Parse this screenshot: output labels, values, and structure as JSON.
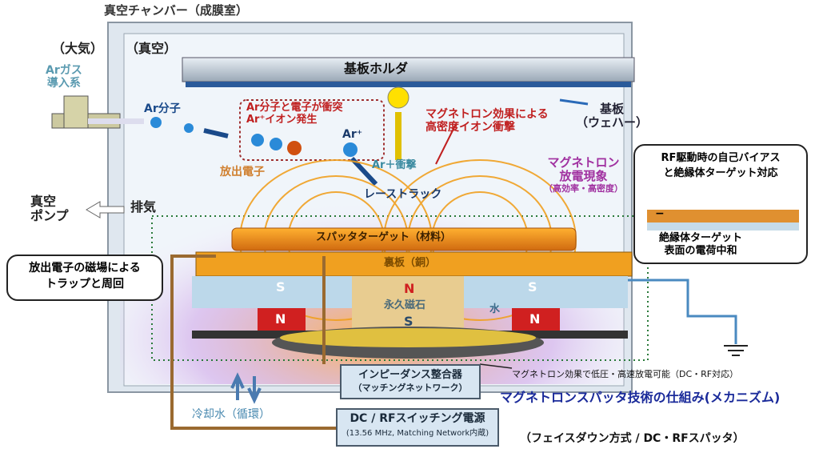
{
  "title": "真空チャンバー（成膜室）",
  "atmosphere": "（大気）",
  "vacuum": "（真空）",
  "gas_inlet": [
    "Arガス",
    "導入系"
  ],
  "ar_molecule": "Ar分子",
  "collision": [
    "Ar分子と電子が衝突",
    "Ar⁺イオン発生"
  ],
  "ar_ion": "Ar⁺",
  "emitted_electron": "放出電子",
  "ar_impact": "Ar＋衝撃",
  "substrate_holder": "基板ホルダ",
  "magnetron_effect": [
    "マグネトロン効果による",
    "高密度イオン衝撃"
  ],
  "substrate": [
    "基板",
    "（ウェハー）"
  ],
  "discharge": [
    "マグネトロン",
    "放電現象",
    "（高効率・高密度）"
  ],
  "racetrack": "レーストラック",
  "pump": [
    "真空",
    "ポンプ"
  ],
  "exhaust": "排気",
  "target": "スパッタターゲット（材料）",
  "backing_plate": "裏板（銅）",
  "magnet_label": "永久磁石",
  "water": "水",
  "poles": {
    "n": "N",
    "s": "S"
  },
  "trap_callout": [
    "放出電子の磁場による",
    "トラップと周回"
  ],
  "rf_callout": {
    "title": [
      "RF駆動時の自己バイアス",
      "と絶縁体ターゲット対応"
    ],
    "caption": [
      "絶縁体ターゲット",
      "表面の電荷中和"
    ],
    "minus": "−"
  },
  "cooling_water": "冷却水（循環）",
  "matching": [
    "インピーダンス整合器",
    "（マッチングネットワーク）"
  ],
  "power": [
    "DC / RFスイッチング電源",
    "(13.56 MHz, Matching Network内蔵)"
  ],
  "low_pressure_note": "マグネトロン効果で低圧・高速放電可能（DC・RF対応）",
  "main_caption": "マグネトロンスパッタ技術の仕組み(メカニズム)",
  "sub_caption": "（フェイスダウン方式 / DC・RFスパッタ）"
}
